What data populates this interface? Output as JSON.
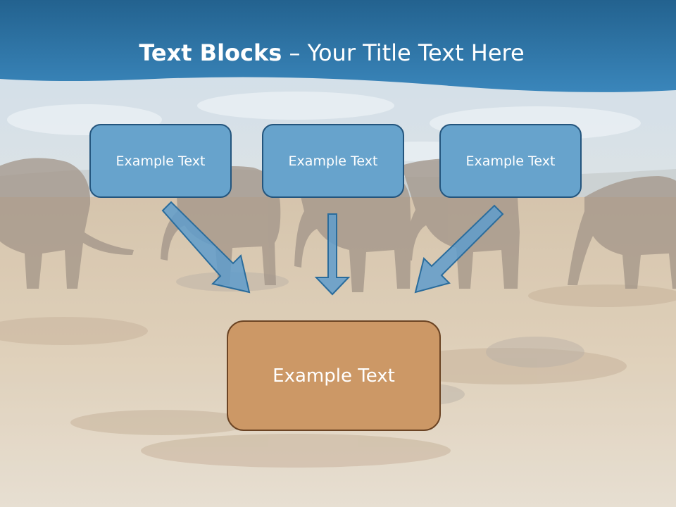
{
  "title": {
    "bold_part": "Text Blocks",
    "dash": "–",
    "rest": "Your Title Text Here"
  },
  "boxes": {
    "left": "Example Text",
    "middle": "Example Text",
    "right": "Example Text",
    "target": "Example Text"
  },
  "colors": {
    "header_blue": "#2f7cb0",
    "box_blue": "#67a3cc",
    "box_blue_border": "#24557d",
    "box_orange": "#cc9866",
    "box_orange_border": "#6b4424",
    "arrow_fill": "#5f9ccb",
    "arrow_stroke": "#2a6c9c"
  }
}
